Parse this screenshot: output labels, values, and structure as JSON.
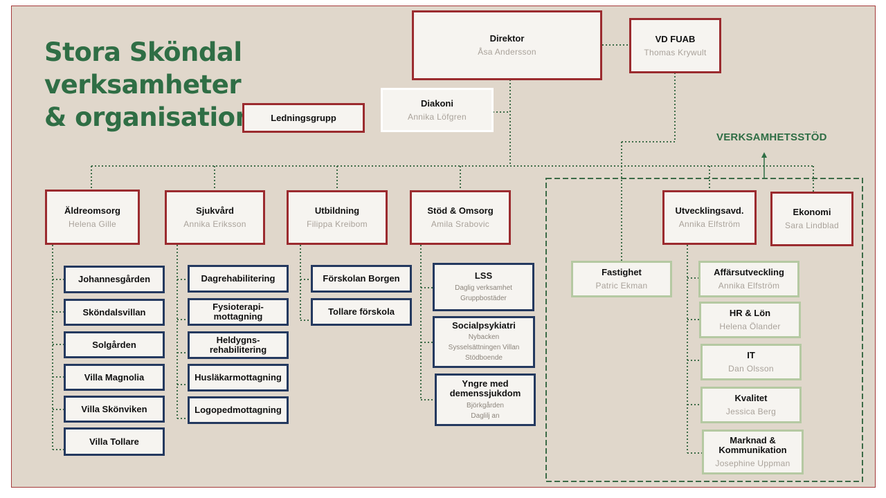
{
  "title": {
    "line1": "Stora Sköndal",
    "line2": "verksamheter",
    "line3": "& organisation"
  },
  "top": {
    "direktor": {
      "name": "Direktor",
      "person": "Åsa Andersson"
    },
    "vd": {
      "name": "VD FUAB",
      "person": "Thomas Krywult"
    },
    "diakoni": {
      "name": "Diakoni",
      "person": "Annika Löfgren"
    },
    "ledning": {
      "name": "Ledningsgrupp"
    }
  },
  "verksamhetsstod_label": "VERKSAMHETSSTÖD",
  "areas": {
    "aldreomsorg": {
      "name": "Äldreomsorg",
      "person": "Helena Gille",
      "units": [
        "Johannesgården",
        "Sköndalsvillan",
        "Solgården",
        "Villa Magnolia",
        "Villa Skönviken",
        "Villa Tollare"
      ]
    },
    "sjukvard": {
      "name": "Sjukvård",
      "person": "Annika Eriksson",
      "units": [
        "Dagrehabilitering",
        "Fysioterapi-",
        "mottagning",
        "Heldygns-",
        "rehabilitering",
        "Husläkarmottagning",
        "Logopedmottagning"
      ]
    },
    "utbildning": {
      "name": "Utbildning",
      "person": "Filippa Kreibom",
      "units": [
        "Förskolan Borgen",
        "Tollare förskola"
      ]
    },
    "stod": {
      "name": "Stöd & Omsorg",
      "person": "Amila Srabovic",
      "lss": {
        "name": "LSS",
        "sub1": "Daglig verksamhet",
        "sub2": "Gruppbostäder"
      },
      "social": {
        "name": "Socialpsykiatri",
        "sub1": "Nybacken",
        "sub2": "Sysselsättningen Villan",
        "sub3": "Stödboende"
      },
      "yngre": {
        "name1": "Yngre med",
        "name2": "demenssjukdom",
        "sub1": "Björkgården",
        "sub2": "Daglilj an"
      }
    }
  },
  "support": {
    "utveckling": {
      "name": "Utvecklingsavd.",
      "person": "Annika Elfström"
    },
    "ekonomi": {
      "name": "Ekonomi",
      "person": "Sara Lindblad"
    },
    "fastighet": {
      "name": "Fastighet",
      "person": "Patric Ekman"
    },
    "affars": {
      "name": "Affärsutveckling",
      "person": "Annika Elfström"
    },
    "hr": {
      "name": "HR & Lön",
      "person": "Helena Ölander"
    },
    "it": {
      "name": "IT",
      "person": "Dan Olsson"
    },
    "kvalitet": {
      "name": "Kvalitet",
      "person": "Jessica Berg"
    },
    "marknad": {
      "name1": "Marknad &",
      "name2": "Kommunikation",
      "person": "Josephine Uppman"
    }
  },
  "colors": {
    "title_green": "#2f6e45",
    "red_border": "#9b2b2f",
    "navy_border": "#24395f",
    "green_border": "#b5c9a2",
    "background": "#e0d7cb"
  }
}
